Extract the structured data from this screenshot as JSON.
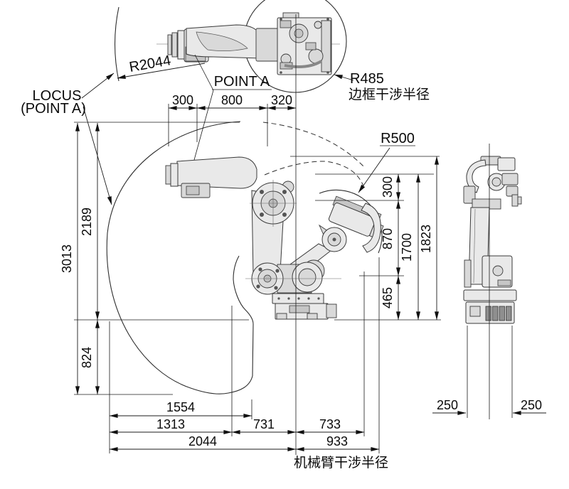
{
  "labels": {
    "locus_line1": "LOCUS",
    "locus_line2": "(POINT A)",
    "point_a": "POINT A",
    "r2044": "R2044",
    "r485": "R485",
    "r485_caption": "边框干涉半径",
    "r500": "R500",
    "arm_interference_caption": "机械臂干涉半径"
  },
  "dimensions": {
    "top_chain": [
      "300",
      "800",
      "320"
    ],
    "left_vertical": [
      "3013",
      "2189",
      "824"
    ],
    "right_vertical": [
      "300",
      "870",
      "465",
      "1700",
      "1823"
    ],
    "bottom_horizontal": [
      "1554",
      "1313",
      "731",
      "2044",
      "733",
      "933"
    ],
    "front_view_base": [
      "250",
      "250"
    ]
  }
}
